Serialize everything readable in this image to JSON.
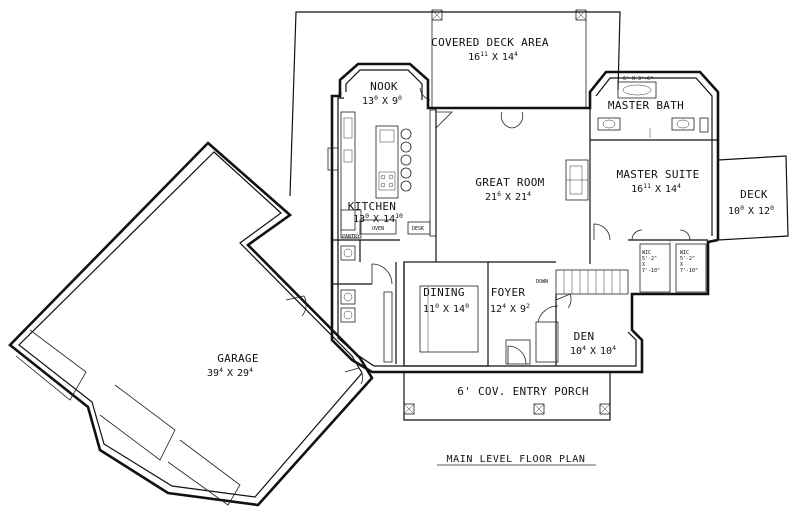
{
  "plan_title": "MAIN LEVEL FLOOR PLAN",
  "rooms": {
    "covered_deck": {
      "name": "COVERED DECK AREA",
      "d1": "16",
      "d1s": "11",
      "x": "X",
      "d2": "14",
      "d2s": "4"
    },
    "nook": {
      "name": "NOOK",
      "d1": "13",
      "d1s": "0",
      "x": "X",
      "d2": "9",
      "d2s": "0"
    },
    "master_bath": {
      "name": "MASTER BATH"
    },
    "great_room": {
      "name": "GREAT ROOM",
      "d1": "21",
      "d1s": "6",
      "x": "X",
      "d2": "21",
      "d2s": "4"
    },
    "master_suite": {
      "name": "MASTER SUITE",
      "d1": "16",
      "d1s": "11",
      "x": "X",
      "d2": "14",
      "d2s": "4"
    },
    "deck": {
      "name": "DECK",
      "d1": "10",
      "d1s": "0",
      "x": "X",
      "d2": "12",
      "d2s": "0"
    },
    "kitchen": {
      "name": "KITCHEN",
      "d1": "13",
      "d1s": "0",
      "x": "X",
      "d2": "14",
      "d2s": "10"
    },
    "dining": {
      "name": "DINING",
      "d1": "11",
      "d1s": "0",
      "x": "X",
      "d2": "14",
      "d2s": "0"
    },
    "foyer": {
      "name": "FOYER",
      "d1": "12",
      "d1s": "4",
      "x": "X",
      "d2": "9",
      "d2s": "2"
    },
    "den": {
      "name": "DEN",
      "d1": "10",
      "d1s": "4",
      "x": "X",
      "d2": "10",
      "d2s": "4"
    },
    "garage": {
      "name": "GARAGE",
      "d1": "39",
      "d1s": "4",
      "x": "X",
      "d2": "29",
      "d2s": "4"
    },
    "entry_porch": {
      "name": "6' COV. ENTRY PORCH"
    }
  },
  "small_labels": {
    "pantry": "PANTRY",
    "desk": "DESK",
    "wic_left": [
      "WIC",
      "5'-2\"",
      "X",
      "7'-10\""
    ],
    "wic_right": [
      "WIC",
      "5'-2\"",
      "X",
      "7'-10\""
    ],
    "tub": "6' X 3'-6\"",
    "down": "DOWN"
  }
}
